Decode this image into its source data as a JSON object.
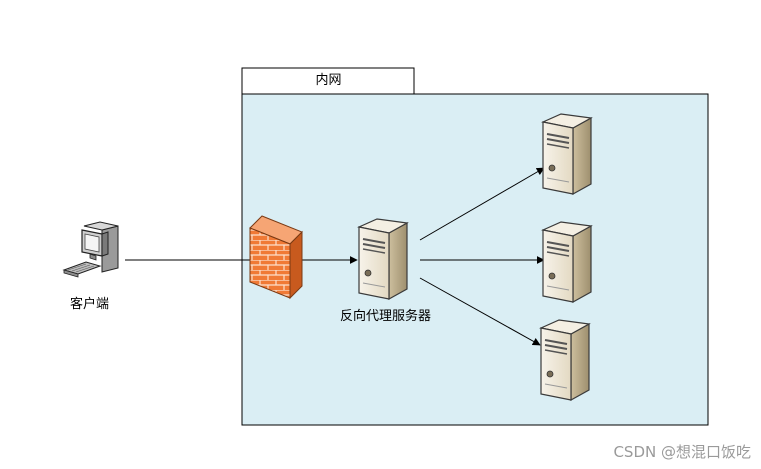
{
  "zone": {
    "title": "内网"
  },
  "nodes": {
    "client": {
      "label": "客户端",
      "icon": "desktop-computer-icon"
    },
    "firewall": {
      "icon": "firewall-icon"
    },
    "proxy": {
      "label": "反向代理服务器",
      "icon": "server-icon"
    },
    "backends": [
      {
        "icon": "server-icon"
      },
      {
        "icon": "server-icon"
      },
      {
        "icon": "server-icon"
      }
    ]
  },
  "watermark": "CSDN @想混口饭吃",
  "colors": {
    "zone_fill": "#daeef4",
    "firewall": "#f07a36",
    "server_body": "#efe8d8",
    "server_side": "#b8aa8a",
    "line": "#000000"
  }
}
